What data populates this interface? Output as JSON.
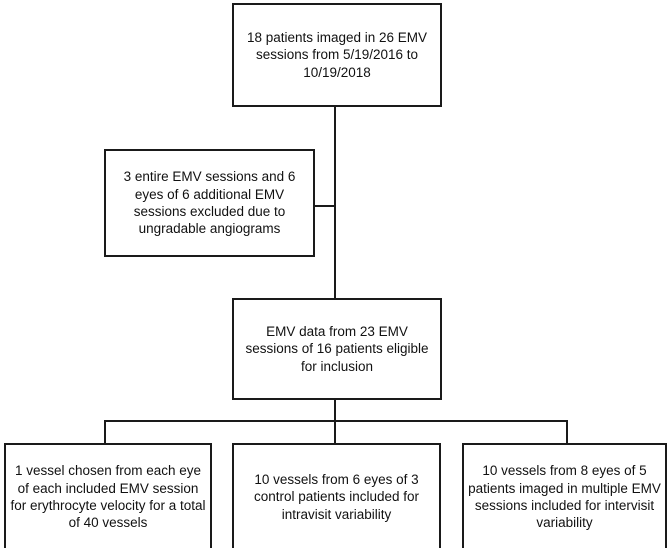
{
  "diagram": {
    "title": "EMV study patient and vessel selection flowchart",
    "type": "flowchart",
    "orientation": "top-down",
    "colors": {
      "stroke": "#1a1a1a",
      "fill": "#ffffff",
      "text": "#111111"
    },
    "nodes": [
      {
        "id": "top",
        "role": "enrollment",
        "text": "18 patients imaged in 26 EMV sessions from 5/19/2016 to 10/19/2018"
      },
      {
        "id": "excluded",
        "role": "exclusion",
        "text": "3 entire EMV sessions and 6 eyes of 6 additional EMV sessions excluded due to ungradable angiograms"
      },
      {
        "id": "eligible",
        "role": "eligible",
        "text": "EMV data from 23 EMV sessions of 16 patients eligible for inclusion"
      },
      {
        "id": "out-1",
        "role": "outcome",
        "text": "1 vessel chosen from each eye of each included EMV session for erythrocyte velocity for a total of 40 vessels"
      },
      {
        "id": "out-2",
        "role": "outcome",
        "text": "10 vessels from 6 eyes of 3 control patients included for intravisit variability"
      },
      {
        "id": "out-3",
        "role": "outcome",
        "text": "10 vessels from 8 eyes of 5 patients imaged in multiple EMV sessions included for intervisit variability"
      }
    ],
    "edges": [
      {
        "id": "trunk",
        "from": "top",
        "to": "eligible",
        "style": "vertical-line"
      },
      {
        "id": "to-excluded",
        "from": "trunk",
        "to": "excluded",
        "style": "horizontal-line"
      },
      {
        "id": "eligible-down",
        "from": "eligible",
        "to": "fanout-bar",
        "style": "vertical-line"
      },
      {
        "id": "fanout-bar",
        "from": "fanout-bar",
        "to": "out-1,out-2,out-3",
        "style": "horizontal-bar"
      },
      {
        "id": "drop-left",
        "from": "fanout-bar",
        "to": "out-1",
        "style": "vertical-line"
      },
      {
        "id": "drop-right",
        "from": "fanout-bar",
        "to": "out-3",
        "style": "vertical-line"
      }
    ]
  }
}
